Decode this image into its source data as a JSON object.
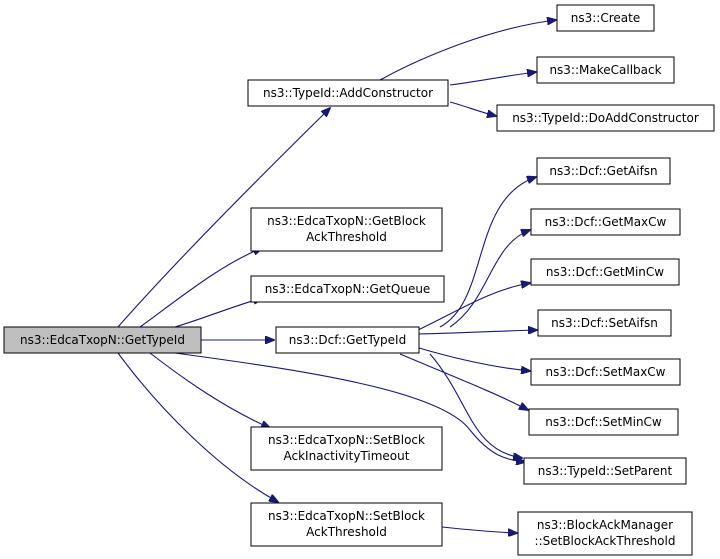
{
  "graph": {
    "edge_color": "#191970",
    "root_fill": "#bfbfbf",
    "nodes": {
      "root": {
        "lines": [
          "ns3::EdcaTxopN::GetTypeId"
        ]
      },
      "add_constructor": {
        "lines": [
          "ns3::TypeId::AddConstructor"
        ]
      },
      "get_block_ack_threshold": {
        "lines": [
          "ns3::EdcaTxopN::GetBlock",
          "AckThreshold"
        ]
      },
      "get_queue": {
        "lines": [
          "ns3::EdcaTxopN::GetQueue"
        ]
      },
      "dcf_get_type_id": {
        "lines": [
          "ns3::Dcf::GetTypeId"
        ]
      },
      "set_block_ack_inactivity_timeout": {
        "lines": [
          "ns3::EdcaTxopN::SetBlock",
          "AckInactivityTimeout"
        ]
      },
      "set_block_ack_threshold": {
        "lines": [
          "ns3::EdcaTxopN::SetBlock",
          "AckThreshold"
        ]
      },
      "create": {
        "lines": [
          "ns3::Create"
        ]
      },
      "make_callback": {
        "lines": [
          "ns3::MakeCallback"
        ]
      },
      "do_add_constructor": {
        "lines": [
          "ns3::TypeId::DoAddConstructor"
        ]
      },
      "get_aifsn": {
        "lines": [
          "ns3::Dcf::GetAifsn"
        ]
      },
      "get_max_cw": {
        "lines": [
          "ns3::Dcf::GetMaxCw"
        ]
      },
      "get_min_cw": {
        "lines": [
          "ns3::Dcf::GetMinCw"
        ]
      },
      "set_aifsn": {
        "lines": [
          "ns3::Dcf::SetAifsn"
        ]
      },
      "set_max_cw": {
        "lines": [
          "ns3::Dcf::SetMaxCw"
        ]
      },
      "set_min_cw": {
        "lines": [
          "ns3::Dcf::SetMinCw"
        ]
      },
      "set_parent": {
        "lines": [
          "ns3::TypeId::SetParent"
        ]
      },
      "block_ack_manager_set_threshold": {
        "lines": [
          "ns3::BlockAckManager",
          "::SetBlockAckThreshold"
        ]
      }
    }
  }
}
